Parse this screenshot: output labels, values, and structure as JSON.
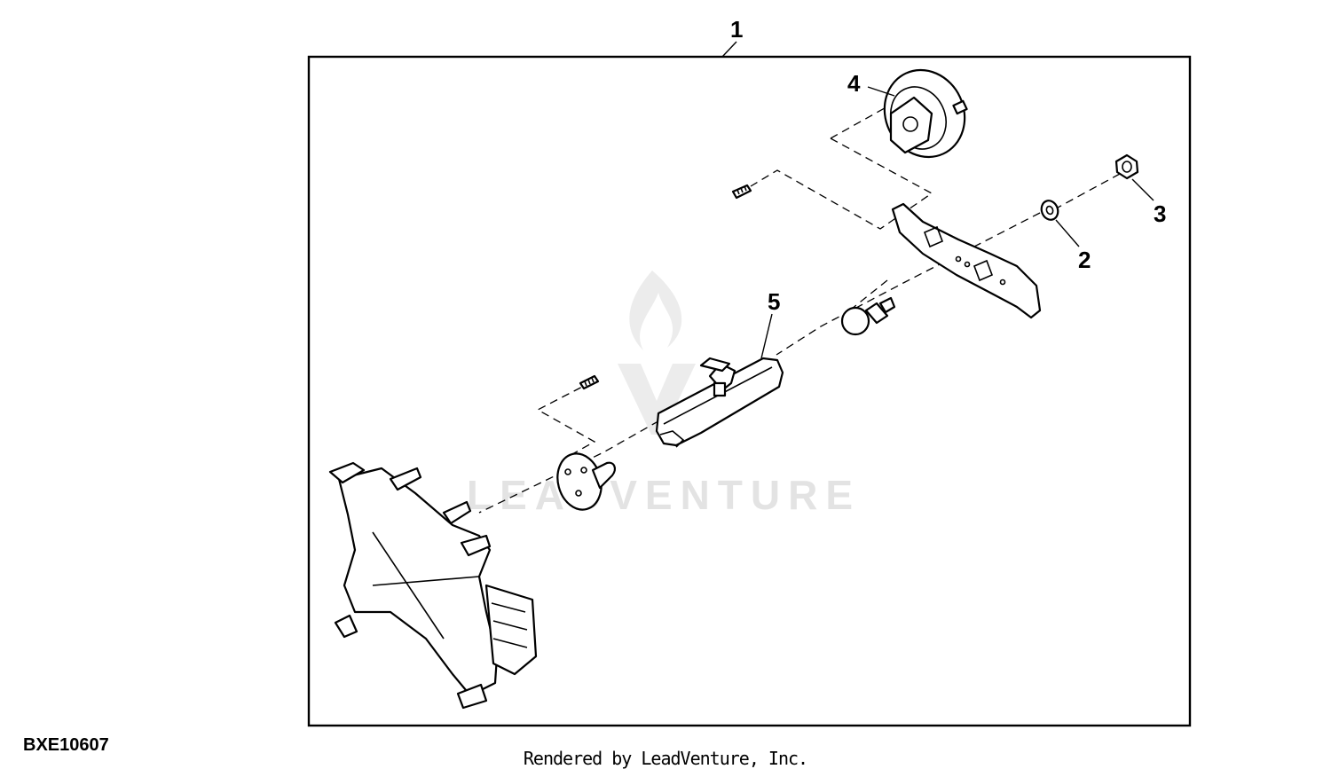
{
  "diagram": {
    "callouts": [
      {
        "id": "callout-1",
        "label": "1"
      },
      {
        "id": "callout-2",
        "label": "2"
      },
      {
        "id": "callout-3",
        "label": "3"
      },
      {
        "id": "callout-4",
        "label": "4"
      },
      {
        "id": "callout-5",
        "label": "5"
      }
    ],
    "figure_id": "BXE10607",
    "watermark": "LEADVENTURE",
    "footer": "Rendered by LeadVenture, Inc."
  }
}
